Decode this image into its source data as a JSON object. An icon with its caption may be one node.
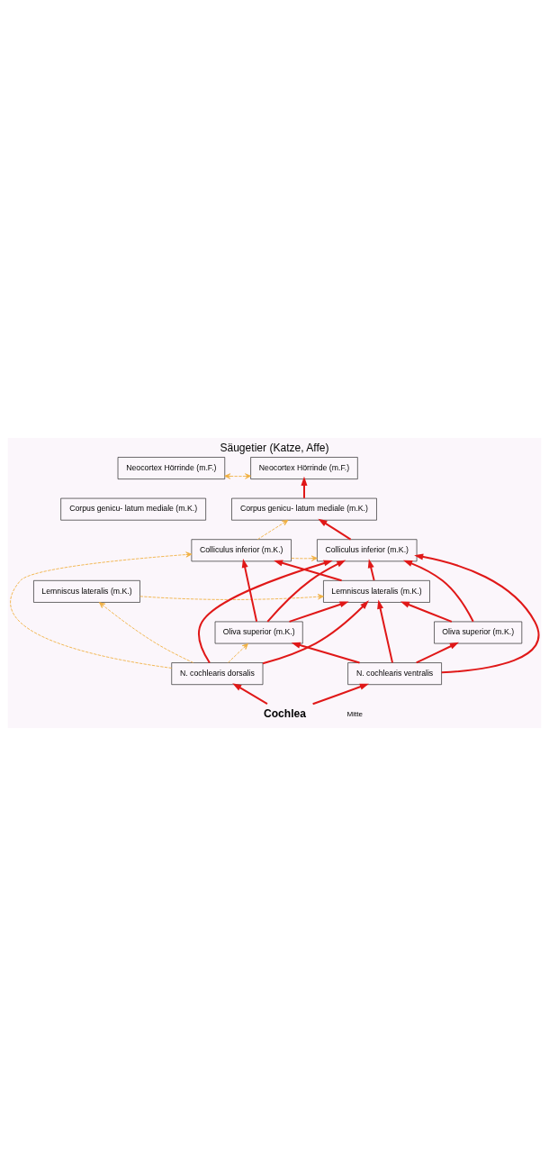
{
  "diagram": {
    "title": "Säugetier (Katze, Affe)",
    "nodes": [
      {
        "text": [
          "Neocortex Hörrinde (m.F.)"
        ]
      },
      {
        "text": [
          "Neocortex Hörrinde (m.F.)"
        ]
      },
      {
        "text": [
          "Corpus genicu- latum mediale (m.K.)"
        ]
      },
      {
        "text": [
          "Corpus genicu- latum mediale (m.K.)"
        ]
      },
      {
        "text": [
          "Colliculus inferior (m.K.)"
        ]
      },
      {
        "text": [
          "Colliculus inferior (m.K.)"
        ]
      },
      {
        "text": [
          "Lemniscus lateralis (m.K.)"
        ]
      },
      {
        "text": [
          "Lemniscus lateralis (m.K.)"
        ]
      },
      {
        "text": [
          "Oliva superior (m.K.)"
        ]
      },
      {
        "text": [
          "Oliva superior (m.K.)"
        ]
      },
      {
        "text": [
          "N. cochlearis dorsalis"
        ]
      },
      {
        "text": [
          "N. cochlearis ventralis"
        ]
      },
      {
        "text": [
          "Cochlea"
        ]
      }
    ],
    "edges": [
      {
        "from": 0,
        "to": 1,
        "arrow": "both",
        "style": "dashed",
        "color": "#f0b040"
      },
      {
        "from": 3,
        "to": 1,
        "arrow": "to"
      },
      {
        "from": 5,
        "to": 3,
        "arrow": "to"
      },
      {
        "from": 4,
        "to": 3,
        "arrow": "to",
        "style": "dashed",
        "color": "#f0b040"
      },
      {
        "from": 4,
        "to": 5,
        "arrow": "to",
        "style": "dashed",
        "color": "#f0b040"
      },
      {
        "from": 7,
        "to": 5,
        "arrow": "to"
      },
      {
        "from": 7,
        "to": 4,
        "arrow": "to"
      },
      {
        "from": 6,
        "to": 7,
        "arrow": "to",
        "style": "dashed",
        "color": "#f0b040"
      },
      {
        "from": 8,
        "to": 4,
        "arrow": "to"
      },
      {
        "from": 8,
        "to": 5,
        "arrow": "to"
      },
      {
        "from": 8,
        "to": 7,
        "arrow": "to"
      },
      {
        "from": 9,
        "to": 7,
        "arrow": "to"
      },
      {
        "from": 9,
        "to": 5,
        "arrow": "to"
      },
      {
        "from": 10,
        "to": 4,
        "arrow": "to",
        "style": "dashed",
        "color": "#f0b040"
      },
      {
        "from": 10,
        "to": 6,
        "arrow": "to",
        "style": "dashed",
        "color": "#f0b040"
      },
      {
        "from": 10,
        "to": 8,
        "arrow": "to",
        "style": "dashed",
        "color": "#f0b040"
      },
      {
        "from": 10,
        "to": 5,
        "arrow": "to"
      },
      {
        "from": 10,
        "to": 7,
        "arrow": "to"
      },
      {
        "from": 11,
        "to": 8,
        "arrow": "to"
      },
      {
        "from": 11,
        "to": 9,
        "arrow": "to"
      },
      {
        "from": 11,
        "to": 5,
        "arrow": "to"
      },
      {
        "from": 11,
        "to": 7,
        "arrow": "to"
      },
      {
        "from": 12,
        "to": 10,
        "arrow": "to"
      },
      {
        "from": 12,
        "to": 11,
        "arrow": "to"
      }
    ],
    "labels": [
      "Mitte"
    ]
  }
}
